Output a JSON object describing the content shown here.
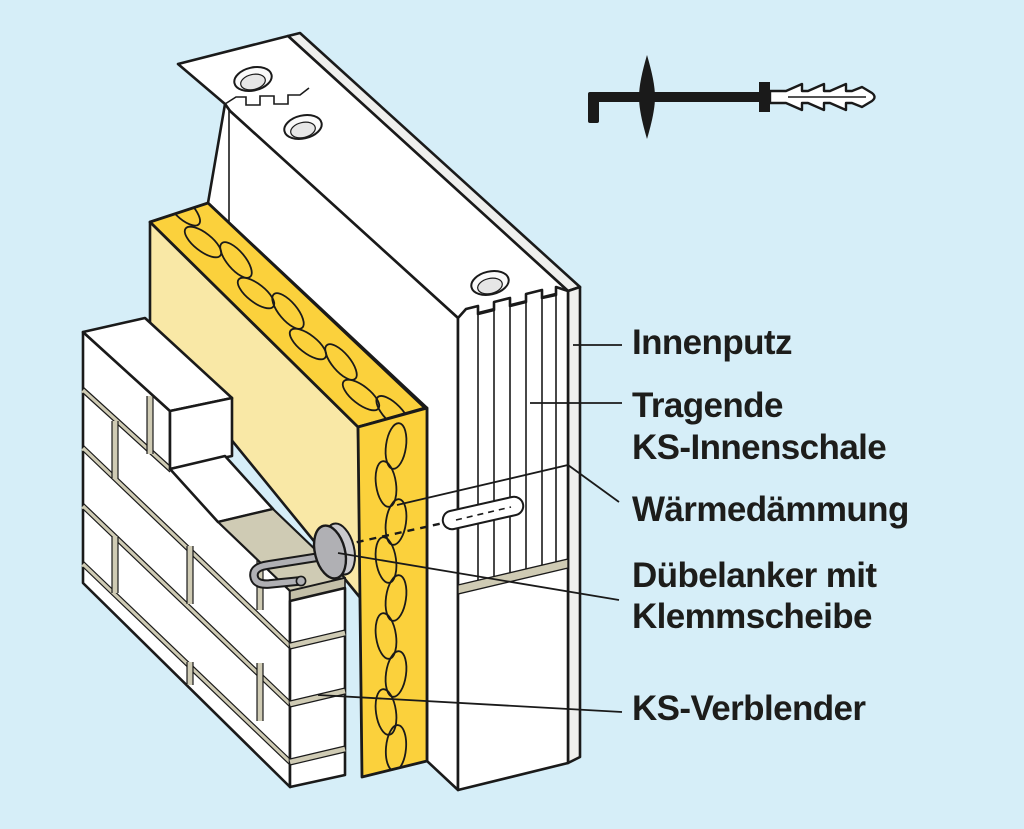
{
  "diagram": {
    "type": "construction-detail",
    "labels": {
      "innenputz": "Innenputz",
      "tragende_1": "Tragende",
      "tragende_2": "KS-Innenschale",
      "waermedaemmung": "Wärmedämmung",
      "duebelanker_1": "Dübelanker mit",
      "duebelanker_2": "Klemmscheibe",
      "ks_verblender": "KS-Verblender"
    },
    "icon": "wall-anchor-icon"
  },
  "colors": {
    "background": "#D6EEF8",
    "line": "#1A1A1A",
    "text": "#1D1D1B",
    "bright": "#FBD13C",
    "pale": "#F9E8A6",
    "mortar": "#CFCBB4",
    "mortar_dark": "#C3BFA8",
    "metal": "#B0B0B4",
    "metal_light": "#C9C9CD",
    "strip": "#EFEFED",
    "hole": "#E6E6E6"
  }
}
